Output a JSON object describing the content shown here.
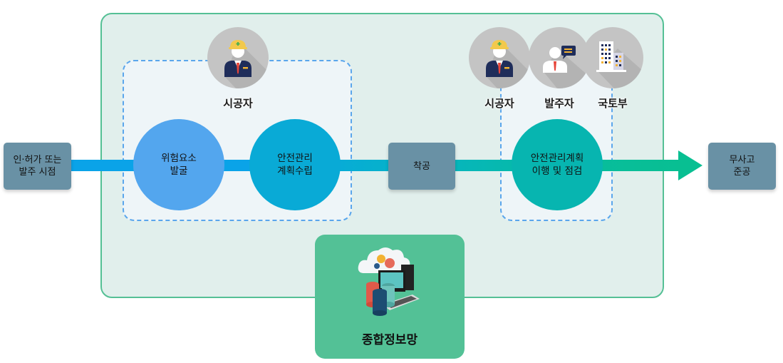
{
  "diagram": {
    "start_step": "인·허가 또는\n발주 시점",
    "begin_step": "착공",
    "end_step": "무사고\n준공",
    "stages": [
      {
        "label": "위험요소\n발굴",
        "color": "#53a6ee"
      },
      {
        "label": "안전관리\n계획수립",
        "color": "#09aad6"
      },
      {
        "label": "안전관리계획\n이행 및 점검",
        "color": "#07b5b0"
      }
    ],
    "actors": [
      {
        "label": "시공자",
        "icon": "construction-worker-icon"
      },
      {
        "label": "시공자",
        "icon": "construction-worker-icon"
      },
      {
        "label": "발주자",
        "icon": "client-speech-icon"
      },
      {
        "label": "국토부",
        "icon": "building-icon"
      }
    ],
    "info_system": {
      "label": "종합정보망",
      "icon": "computer-database-cloud-icon"
    },
    "colors": {
      "panel_border": "#55c095",
      "panel_fill": "#e1efec",
      "dashed_border": "#5aa6ec",
      "step_box": "#6991a5",
      "arrow": "#08bf92",
      "info_panel": "#53c196"
    }
  }
}
